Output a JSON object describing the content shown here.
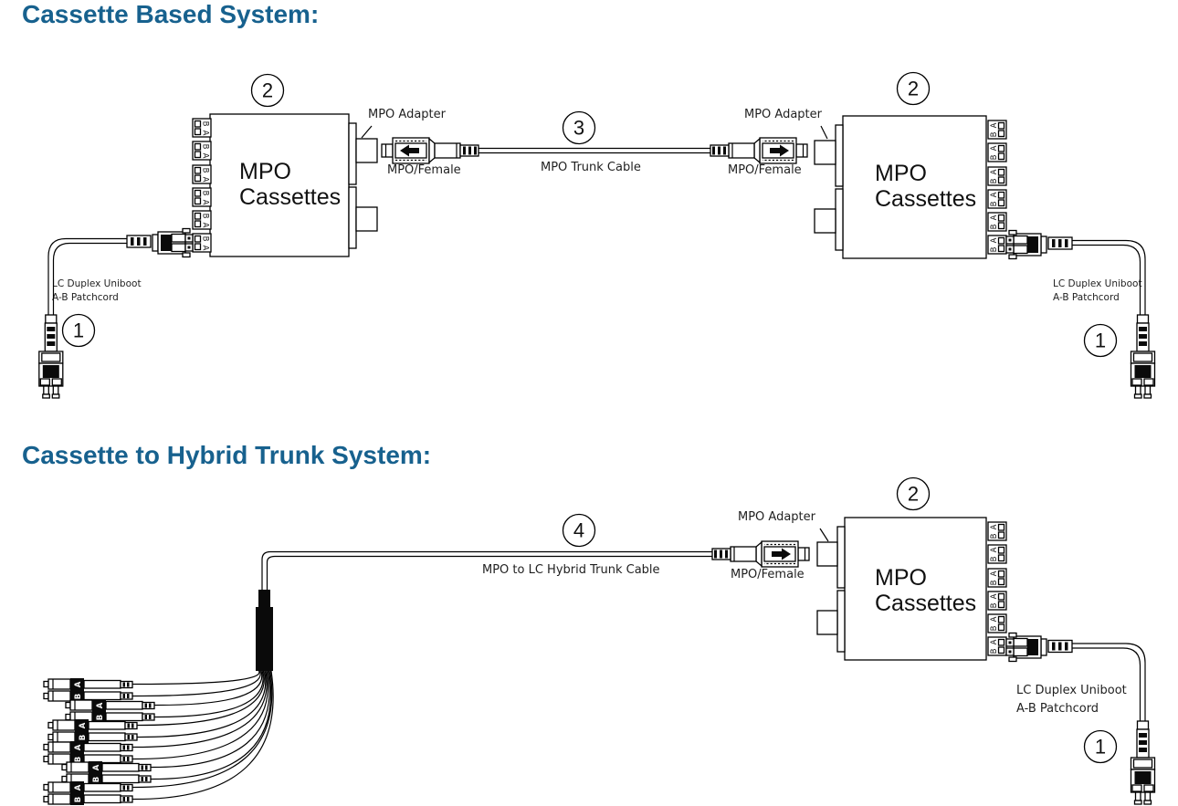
{
  "colors": {
    "background": "#ffffff",
    "title": "#17618E",
    "line": "#000000",
    "label": "#1f1f1f"
  },
  "labels": {
    "title1": "Cassette Based System:",
    "title2": "Cassette to Hybrid Trunk System:",
    "mpo_adapter": "MPO Adapter",
    "mpo_female": "MPO/Female",
    "mpo_trunk_cable": "MPO Trunk Cable",
    "hybrid_trunk_cable": "MPO to LC Hybrid Trunk Cable",
    "cassette_line1": "MPO",
    "cassette_line2": "Cassettes",
    "patchcord_line1": "LC Duplex Uniboot",
    "patchcord_line2": "A-B Patchcord",
    "callout_1": "1",
    "callout_2": "2",
    "callout_3": "3",
    "callout_4": "4"
  },
  "ports": {
    "a": "A",
    "b": "B"
  }
}
